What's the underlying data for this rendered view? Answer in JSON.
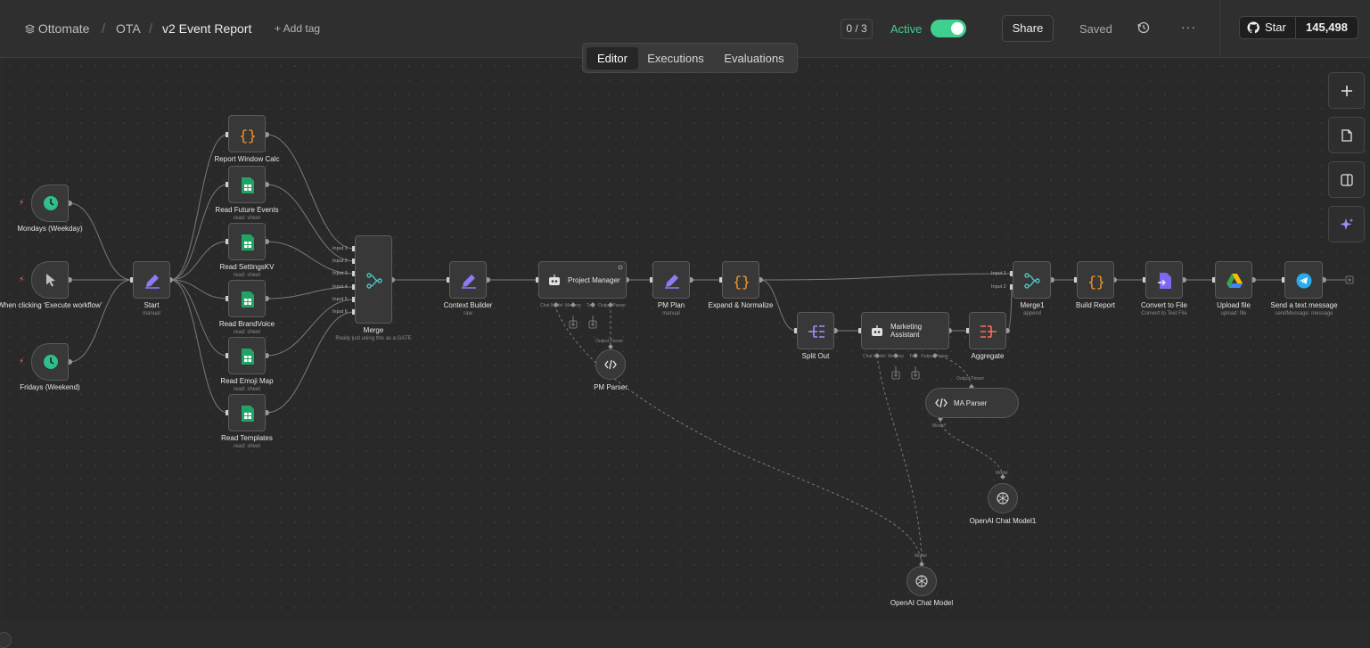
{
  "header": {
    "breadcrumb": [
      "Ottomate",
      "OTA"
    ],
    "title": "v2 Event Report",
    "add_tag": "+ Add tag",
    "counter": "0 / 3",
    "active_label": "Active",
    "share_label": "Share",
    "saved_label": "Saved",
    "github_star_label": "Star",
    "github_star_count": "145,498"
  },
  "tabs": [
    {
      "label": "Editor",
      "active": true
    },
    {
      "label": "Executions",
      "active": false
    },
    {
      "label": "Evaluations",
      "active": false
    }
  ],
  "colors": {
    "accent_green": "#3fcf8e",
    "trigger_bolt": "#ff6d5a",
    "code_orange": "#ff9b26",
    "sheet_green": "#21a366",
    "edit_purple": "#8b7cf6"
  },
  "nodes": {
    "mondays": {
      "label": "Mondays (Weekday)"
    },
    "manual_trigger": {
      "label": "When clicking ‘Execute workflow’"
    },
    "fridays": {
      "label": "Fridays (Weekend)"
    },
    "start": {
      "label": "Start",
      "sub": "manual"
    },
    "report_window_calc": {
      "label": "Report Window Calc"
    },
    "read_future_events": {
      "label": "Read Future Events",
      "sub": "read: sheet"
    },
    "read_settings_kv": {
      "label": "Read SettingsKV",
      "sub": "read: sheet"
    },
    "read_brand_voice": {
      "label": "Read BrandVoice",
      "sub": "read: sheet"
    },
    "read_emoji_map": {
      "label": "Read Emoji Map",
      "sub": "read: sheet"
    },
    "read_templates": {
      "label": "Read Templates",
      "sub": "read: sheet"
    },
    "merge": {
      "label": "Merge",
      "sub": "Really just using this as a GATE",
      "inputs": [
        "Input 1",
        "Input 2",
        "Input 3",
        "Input 4",
        "Input 5",
        "Input 6"
      ]
    },
    "context_builder": {
      "label": "Context Builder",
      "sub": "raw"
    },
    "project_manager": {
      "label": "Project Manager",
      "ports": [
        "Chat Model",
        "Memory",
        "Tool",
        "Output Parser"
      ]
    },
    "pm_plan": {
      "label": "PM Plan",
      "sub": "manual"
    },
    "expand_normalize": {
      "label": "Expand & Normalize"
    },
    "pm_parser": {
      "label": "PM Parser",
      "top": "Output Parser"
    },
    "split_out": {
      "label": "Split Out"
    },
    "marketing_assistant": {
      "label": "Marketing Assistant",
      "ports": [
        "Chat Model",
        "Memory",
        "Tool",
        "Output Parser"
      ]
    },
    "aggregate": {
      "label": "Aggregate"
    },
    "ma_parser": {
      "label": "MA Parser",
      "top": "Output Parser",
      "bottom": "Model*"
    },
    "openai_model1": {
      "label": "OpenAI Chat Model1",
      "top": "Model"
    },
    "openai_model": {
      "label": "OpenAI Chat Model",
      "top": "Model"
    },
    "merge1": {
      "label": "Merge1",
      "sub": "append",
      "inputs": [
        "Input 1",
        "Input 2"
      ]
    },
    "build_report": {
      "label": "Build Report"
    },
    "convert_to_file": {
      "label": "Convert to File",
      "sub": "Convert to Text File"
    },
    "upload_file": {
      "label": "Upload file",
      "sub": "upload: file"
    },
    "send_text": {
      "label": "Send a text message",
      "sub": "sendMessage: message"
    }
  }
}
